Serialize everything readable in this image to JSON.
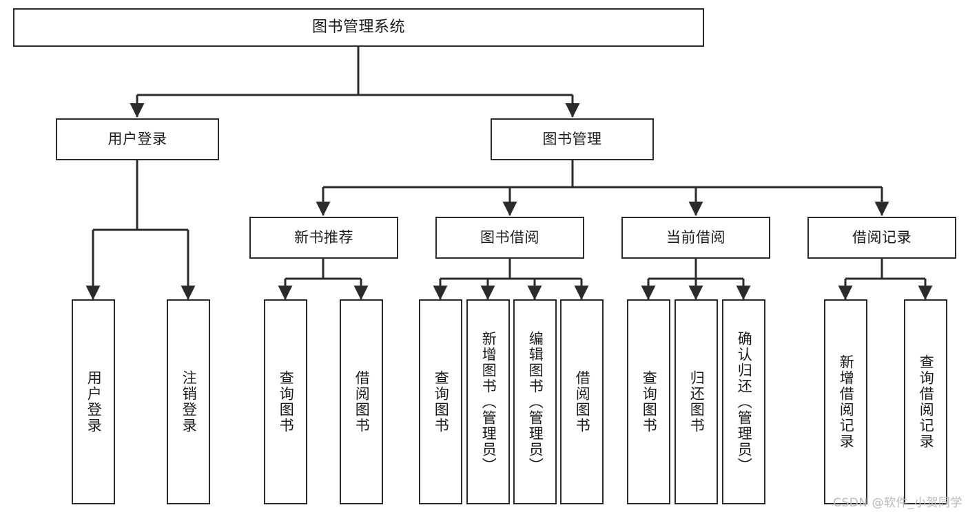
{
  "diagram": {
    "type": "tree",
    "title": "图书管理系统",
    "watermark": "CSDN @软件_小贺同学",
    "colors": {
      "line": "#2b2b2b",
      "box_border": "#2b2b2b",
      "box_fill": "#ffffff",
      "text": "#1a1a1a",
      "watermark": "#b9b9b9"
    },
    "root": {
      "label": "图书管理系统"
    },
    "level2": [
      {
        "label": "用户登录"
      },
      {
        "label": "图书管理"
      }
    ],
    "level3": [
      {
        "label": "新书推荐"
      },
      {
        "label": "图书借阅"
      },
      {
        "label": "当前借阅"
      },
      {
        "label": "借阅记录"
      }
    ],
    "leaves": {
      "user_login": [
        {
          "label": "用户登录"
        },
        {
          "label": "注销登录"
        }
      ],
      "new_book": [
        {
          "label": "查询图书"
        },
        {
          "label": "借阅图书"
        }
      ],
      "book_borrow": [
        {
          "label": "查询图书"
        },
        {
          "label": "新增图书（管理员）"
        },
        {
          "label": "编辑图书（管理员）"
        },
        {
          "label": "借阅图书"
        }
      ],
      "current_borrow": [
        {
          "label": "查询图书"
        },
        {
          "label": "归还图书"
        },
        {
          "label": "确认归还（管理员）"
        }
      ],
      "borrow_record": [
        {
          "label": "新增借阅记录"
        },
        {
          "label": "查询借阅记录"
        }
      ]
    }
  }
}
